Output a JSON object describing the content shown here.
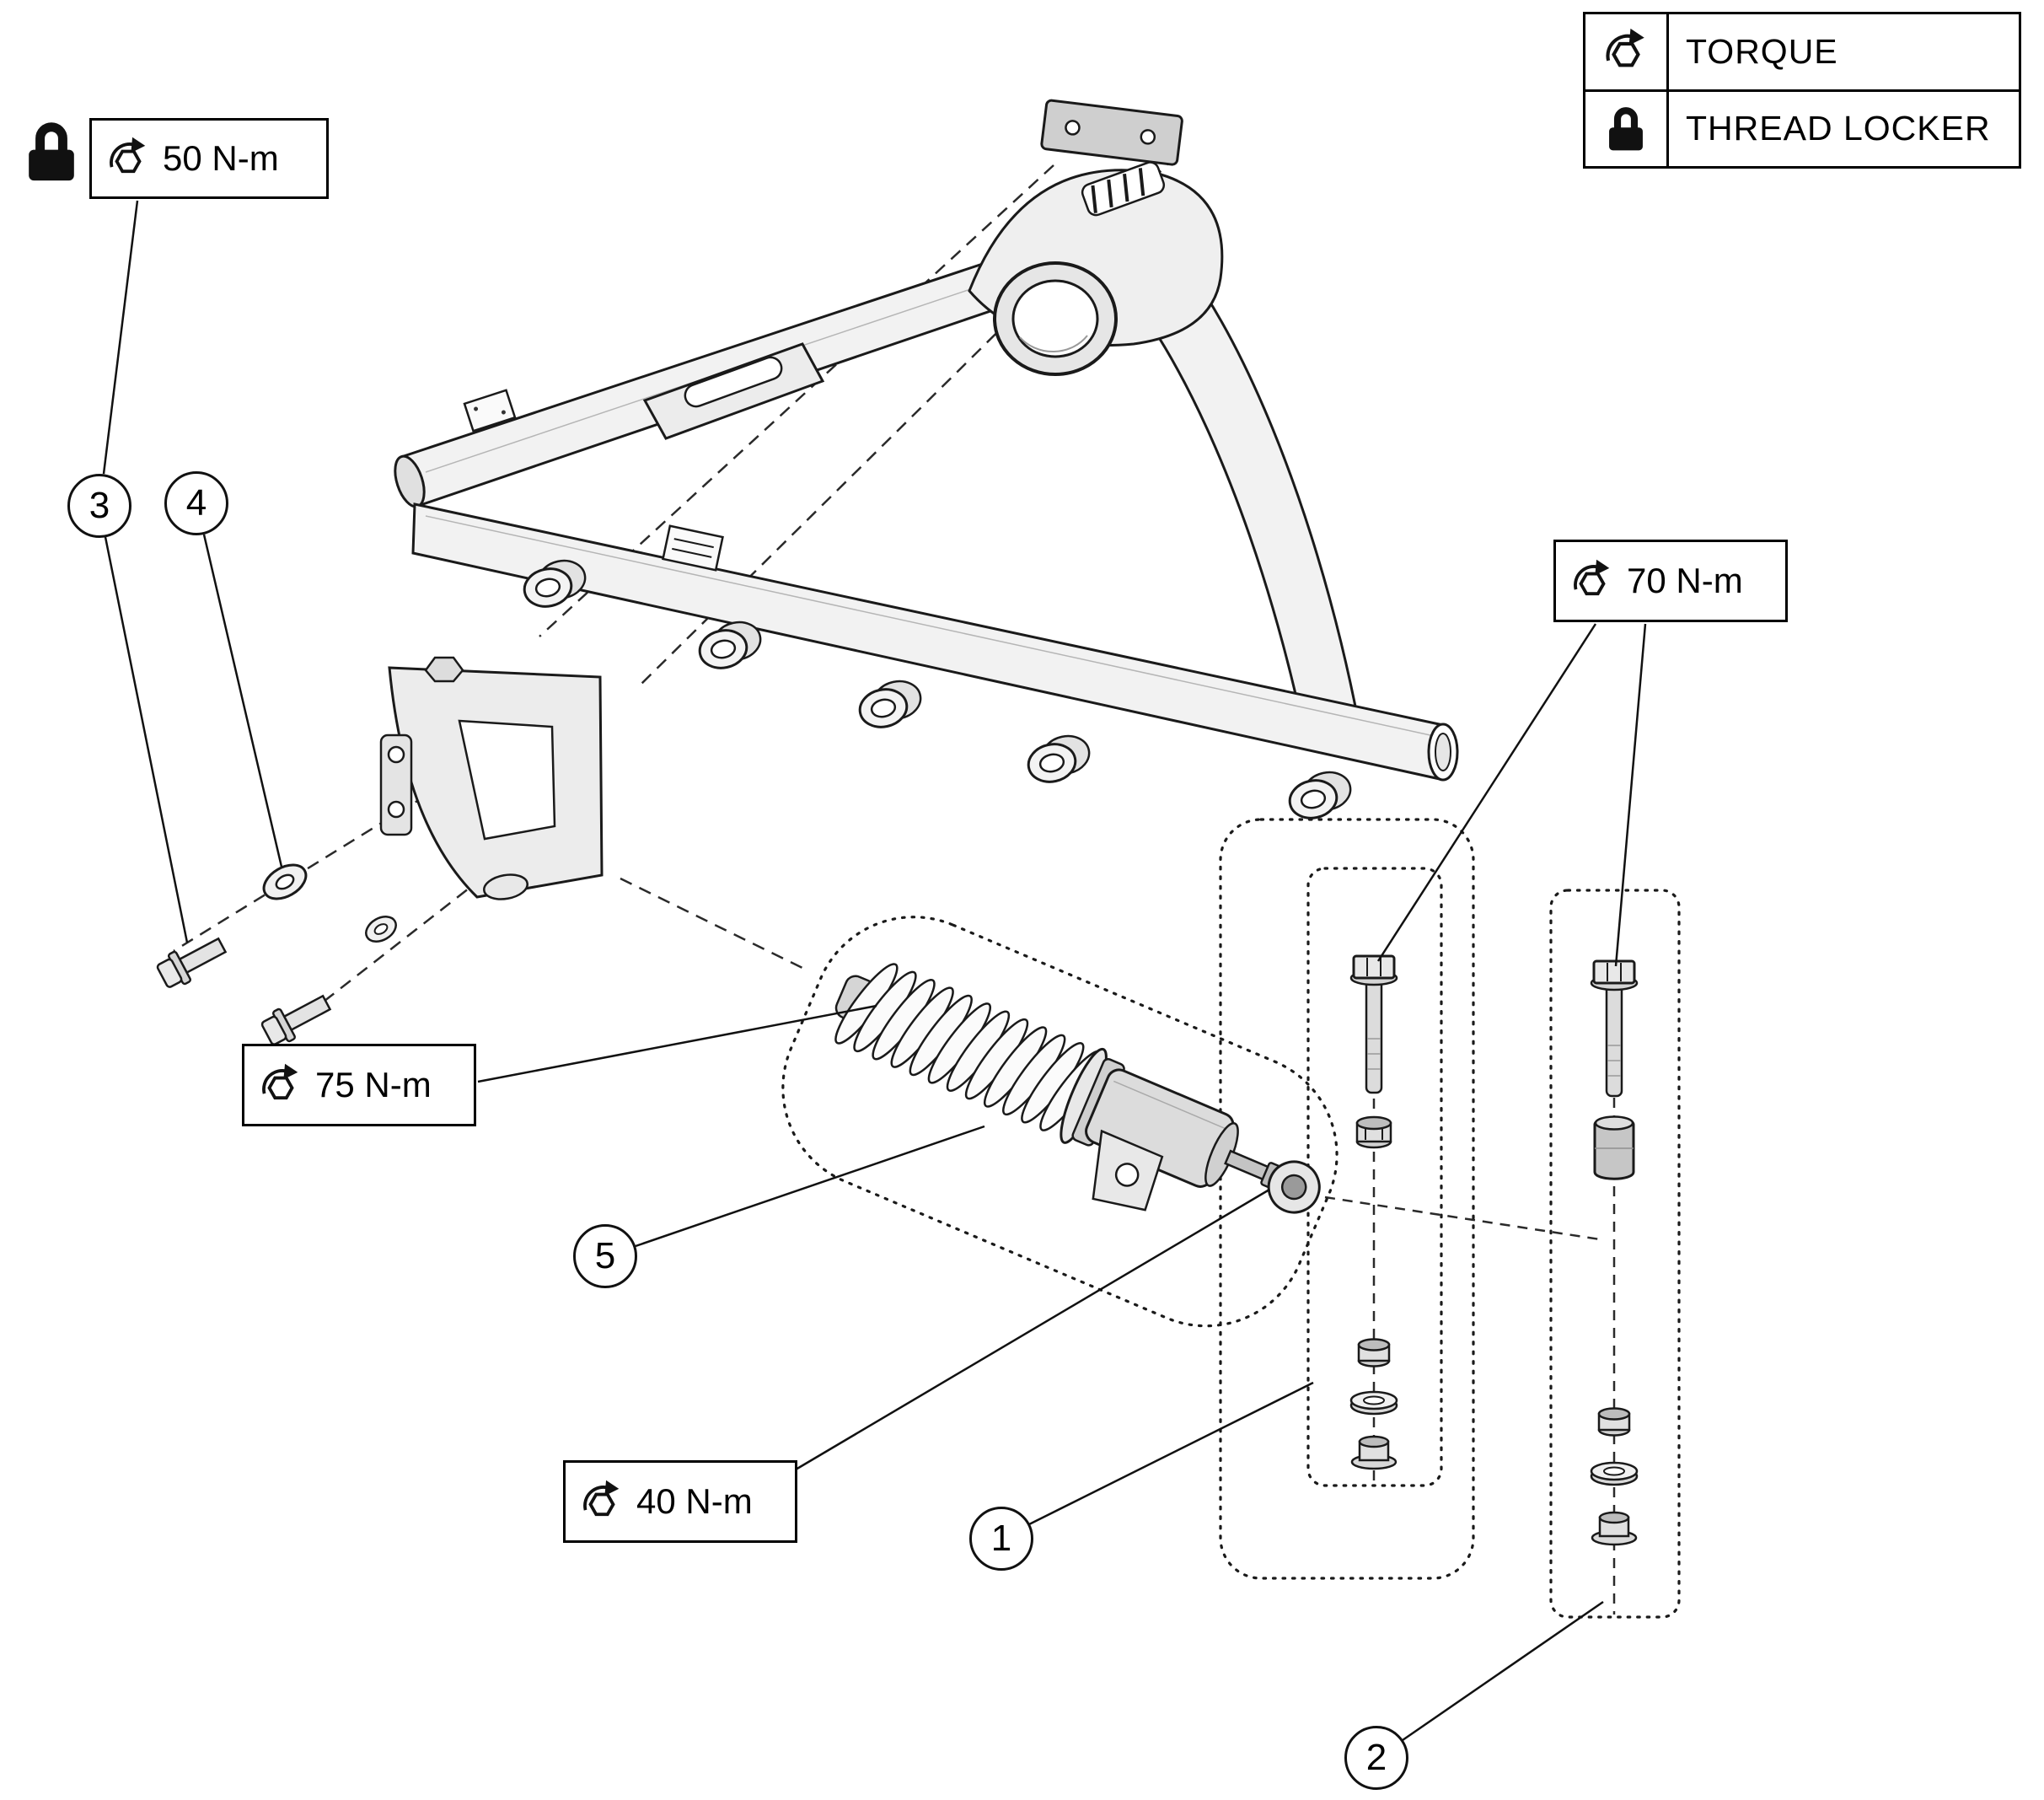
{
  "legend": {
    "rows": [
      {
        "icon": "torque-icon",
        "label": "TORQUE"
      },
      {
        "icon": "thread-locker-icon",
        "label": "THREAD LOCKER"
      }
    ]
  },
  "torque_callouts": [
    {
      "id": "torque-50",
      "value": "50 N-m",
      "icon": "torque-icon",
      "has_thread_locker": true
    },
    {
      "id": "torque-70",
      "value": "70 N-m",
      "icon": "torque-icon",
      "has_thread_locker": false
    },
    {
      "id": "torque-75",
      "value": "75 N-m",
      "icon": "torque-icon",
      "has_thread_locker": false
    },
    {
      "id": "torque-40",
      "value": "40 N-m",
      "icon": "torque-icon",
      "has_thread_locker": false
    }
  ],
  "part_callouts": [
    {
      "number": "1"
    },
    {
      "number": "2"
    },
    {
      "number": "3"
    },
    {
      "number": "4"
    },
    {
      "number": "5"
    }
  ],
  "colors": {
    "background": "#ffffff",
    "line": "#1a1a1a",
    "fill_light": "#f2f2f2",
    "fill_mid": "#d9d9d9"
  }
}
